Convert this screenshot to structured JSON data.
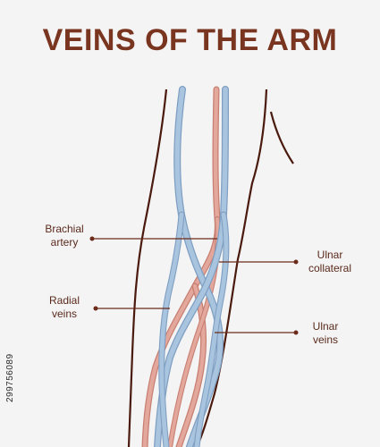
{
  "title": "VEINS OF THE ARM",
  "labels": {
    "brachial_artery": [
      "Brachial",
      "artery"
    ],
    "ulnar_collateral": [
      "Ulnar",
      "collateral"
    ],
    "radial_veins": [
      "Radial",
      "veins"
    ],
    "ulnar_veins": [
      "Ulnar",
      "veins"
    ]
  },
  "side_id": "299756089",
  "colors": {
    "title": "#7a3520",
    "outline": "#4a1a0e",
    "vein": "#a9c4de",
    "vein_edge": "#7f9fc2",
    "artery": "#e3a79c",
    "artery_edge": "#c77f72",
    "leader": "#6b2a1a",
    "background": "#f4f4f4"
  }
}
